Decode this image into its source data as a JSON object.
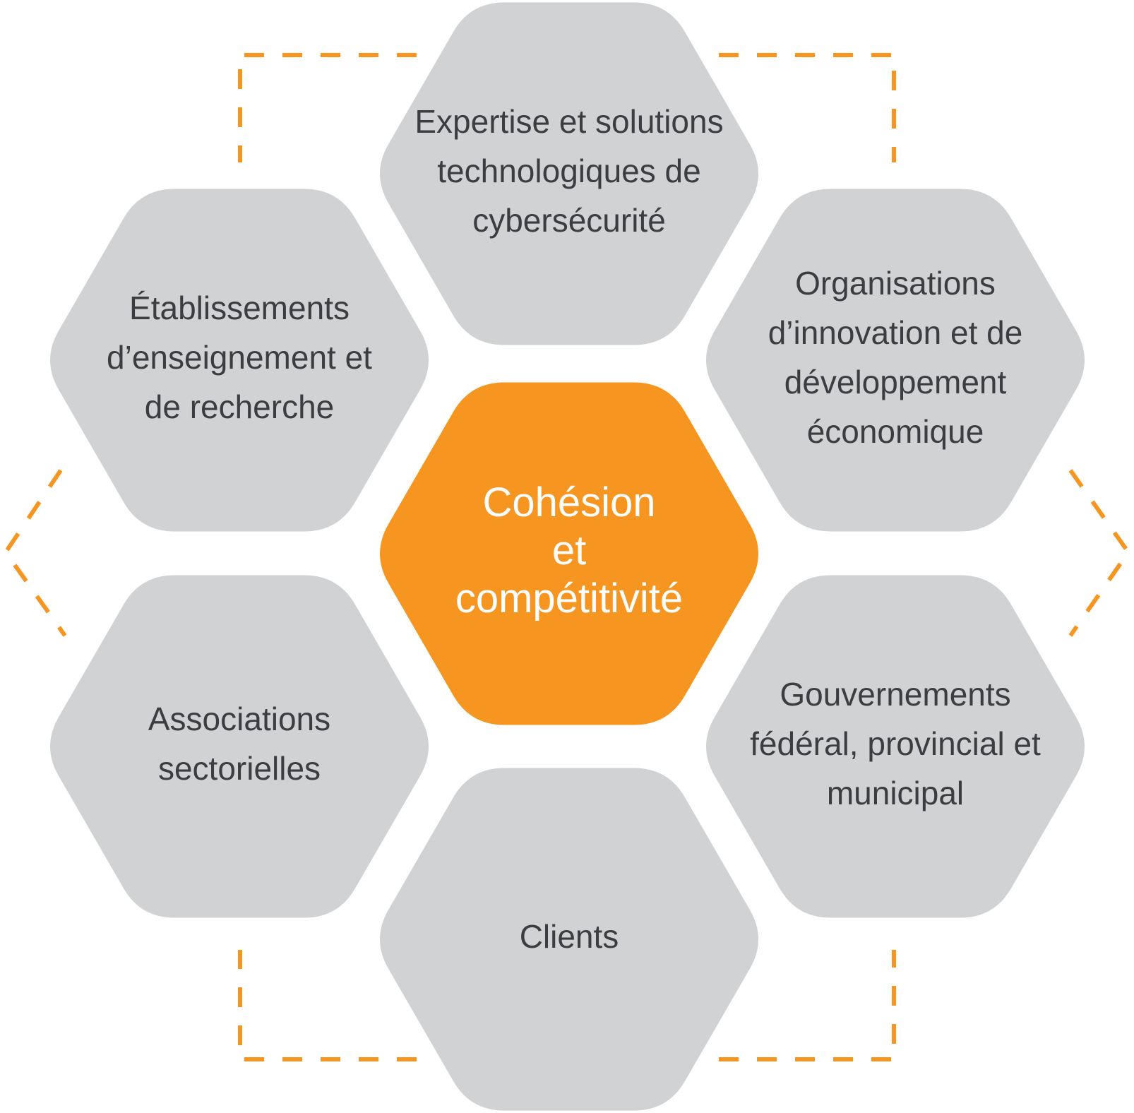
{
  "colors": {
    "outer_hex": "#d1d2d4",
    "center_hex": "#f69620",
    "outer_text": "#3c3d41",
    "center_text": "#ffffff",
    "dashes": "#f69620"
  },
  "center": {
    "lines": [
      "Cohésion",
      "et",
      "compétitivité"
    ]
  },
  "nodes": [
    {
      "id": "top",
      "lines": [
        "Expertise et solutions",
        "technologiques de",
        "cybersécurité"
      ]
    },
    {
      "id": "upper-left",
      "lines": [
        "Établissements",
        "d’enseignement et",
        "de recherche"
      ]
    },
    {
      "id": "upper-right",
      "lines": [
        "Organisations",
        "d’innovation et de",
        "développement",
        "économique"
      ]
    },
    {
      "id": "lower-left",
      "lines": [
        "Associations",
        "sectorielles"
      ]
    },
    {
      "id": "lower-right",
      "lines": [
        "Gouvernements",
        "fédéral, provincial et",
        "municipal"
      ]
    },
    {
      "id": "bottom",
      "lines": [
        "Clients"
      ]
    }
  ]
}
